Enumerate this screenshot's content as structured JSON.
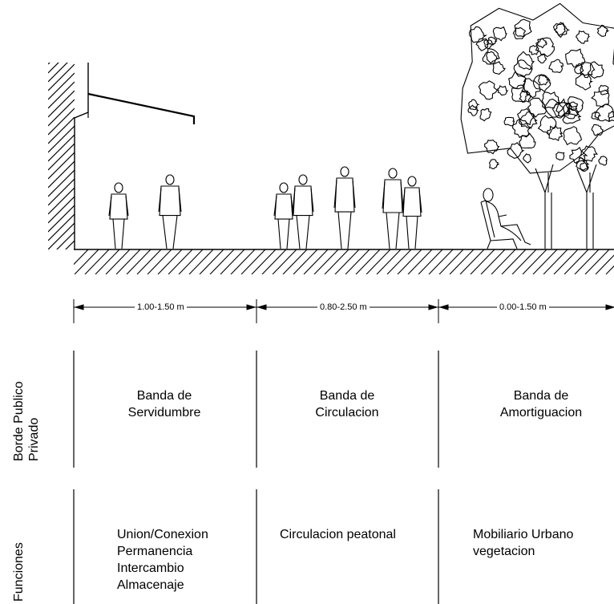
{
  "dimensions": [
    {
      "label": "1.00-1.50 m"
    },
    {
      "label": "0.80-2.50 m"
    },
    {
      "label": "0.00-1.50 m"
    }
  ],
  "row_labels": {
    "borde": [
      "Borde Publico",
      "Privado"
    ],
    "funciones": "Funciones"
  },
  "bands": [
    {
      "name": [
        "Banda de",
        "Servidumbre"
      ],
      "functions": [
        "Union/Conexion",
        "Permanencia",
        "Intercambio",
        "Almacenaje"
      ]
    },
    {
      "name": [
        "Banda de",
        "Circulacion"
      ],
      "functions": [
        "Circulacion peatonal"
      ]
    },
    {
      "name": [
        "Banda de",
        "Amortiguacion"
      ],
      "functions": [
        "Mobiliario Urbano",
        "vegetacion"
      ]
    }
  ]
}
